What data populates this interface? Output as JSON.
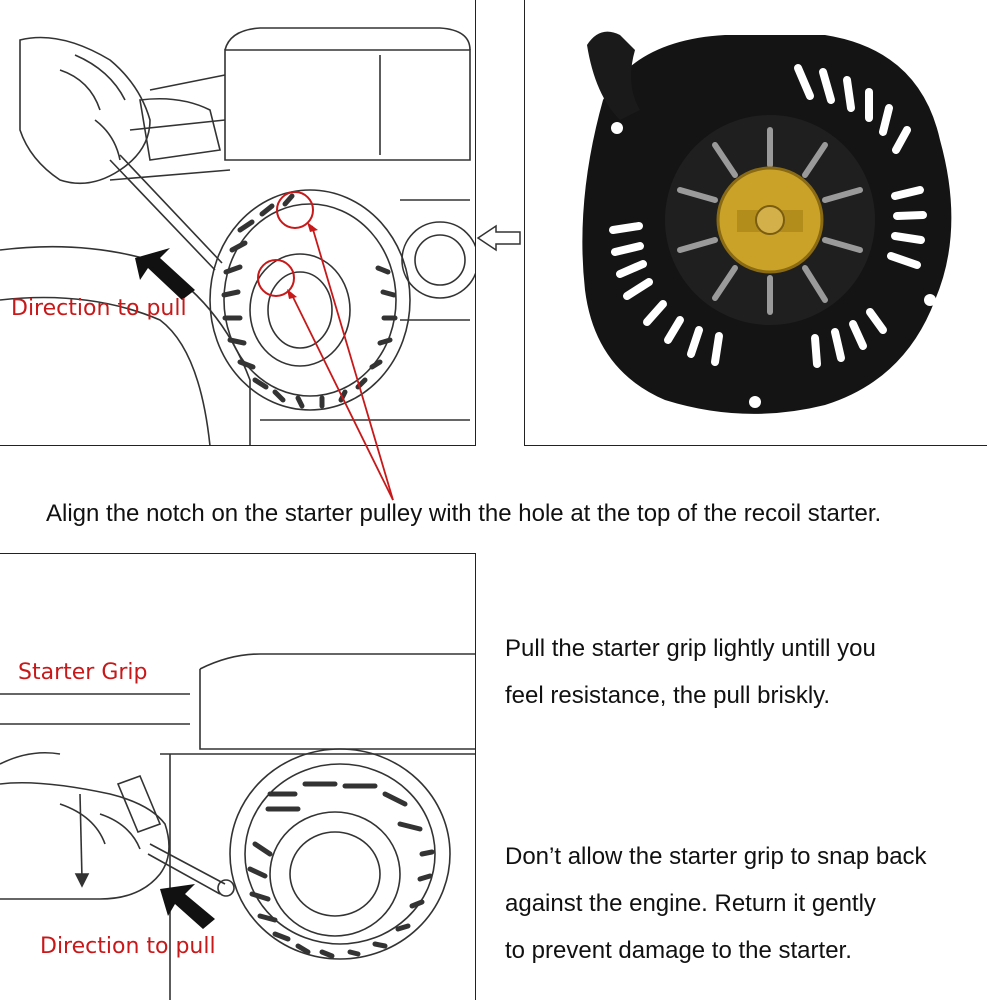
{
  "panels": {
    "top_left": {
      "label": "Direction to pull"
    },
    "bottom_left": {
      "grip_label": "Starter Grip",
      "label": "Direction to pull"
    }
  },
  "caption": "Align the notch on the starter pulley with the hole at the top of the recoil starter.",
  "instructions": {
    "step1": [
      "Pull the starter grip lightly untill you",
      "feel resistance, the pull briskly."
    ],
    "step2": [
      "Don’t allow the starter grip to snap back",
      "against the engine. Return it gently",
      "to prevent damage to the starter."
    ]
  },
  "colors": {
    "accent_red": "#c8191a",
    "line": "#222222",
    "starter_black": "#141414",
    "hub_gold": "#c9a227"
  }
}
